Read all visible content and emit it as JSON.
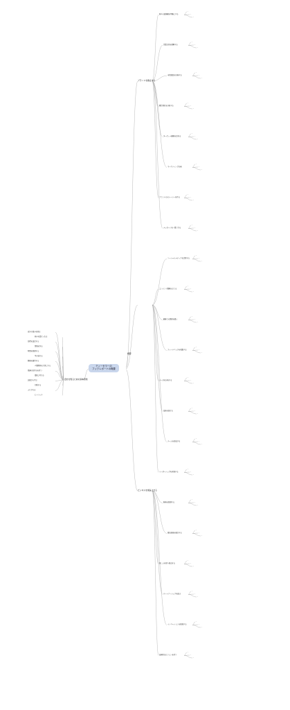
{
  "root": {
    "line1": "ティーセラーの",
    "line2": "ブックレポートの概要"
  },
  "left_top": "概要",
  "branches": [
    {
      "label": "自分を知るための基本原則"
    },
    {
      "label": "ブランドを確立する"
    },
    {
      "label": "ビジネスを成長させる"
    }
  ],
  "right_nodes": [
    "個人の価値観を明確にする",
    "企業文化を理解する",
    "市場調査を実施する",
    "競合他社を分析する",
    "ターゲット顧客を定める",
    "マーケティング計画",
    "ブランドのストーリーを作る",
    "メッセージを一貫させる",
    "ソーシャルメディアを活用する",
    "コンテンツ戦略を立てる",
    "顧客との関係を築く",
    "フィードバックを収集する",
    "データを分析する",
    "改善を続ける",
    "チームを育成する",
    "リーダーシップを発揮する",
    "財務を管理する",
    "資金調達を検討する",
    "新しい市場へ進出する",
    "パートナーシップを結ぶ",
    "イノベーションを推進する",
    "長期的なビジョンを持つ"
  ],
  "left_nodes": [
    "自分の強みを知る",
    "弱みを受け入れる",
    "目標を設定する",
    "習慣を作る",
    "時間を管理する",
    "学び続ける",
    "健康を維持する",
    "人間関係を大切にする",
    "感謝の気持ちを持つ",
    "柔軟に考える",
    "失敗から学ぶ",
    "行動する",
    "ふりかえる",
    "ヒトリッチ"
  ],
  "colors": {
    "root_fill": "#c9d6ec",
    "line": "#9a9a9a",
    "text": "#333333"
  }
}
